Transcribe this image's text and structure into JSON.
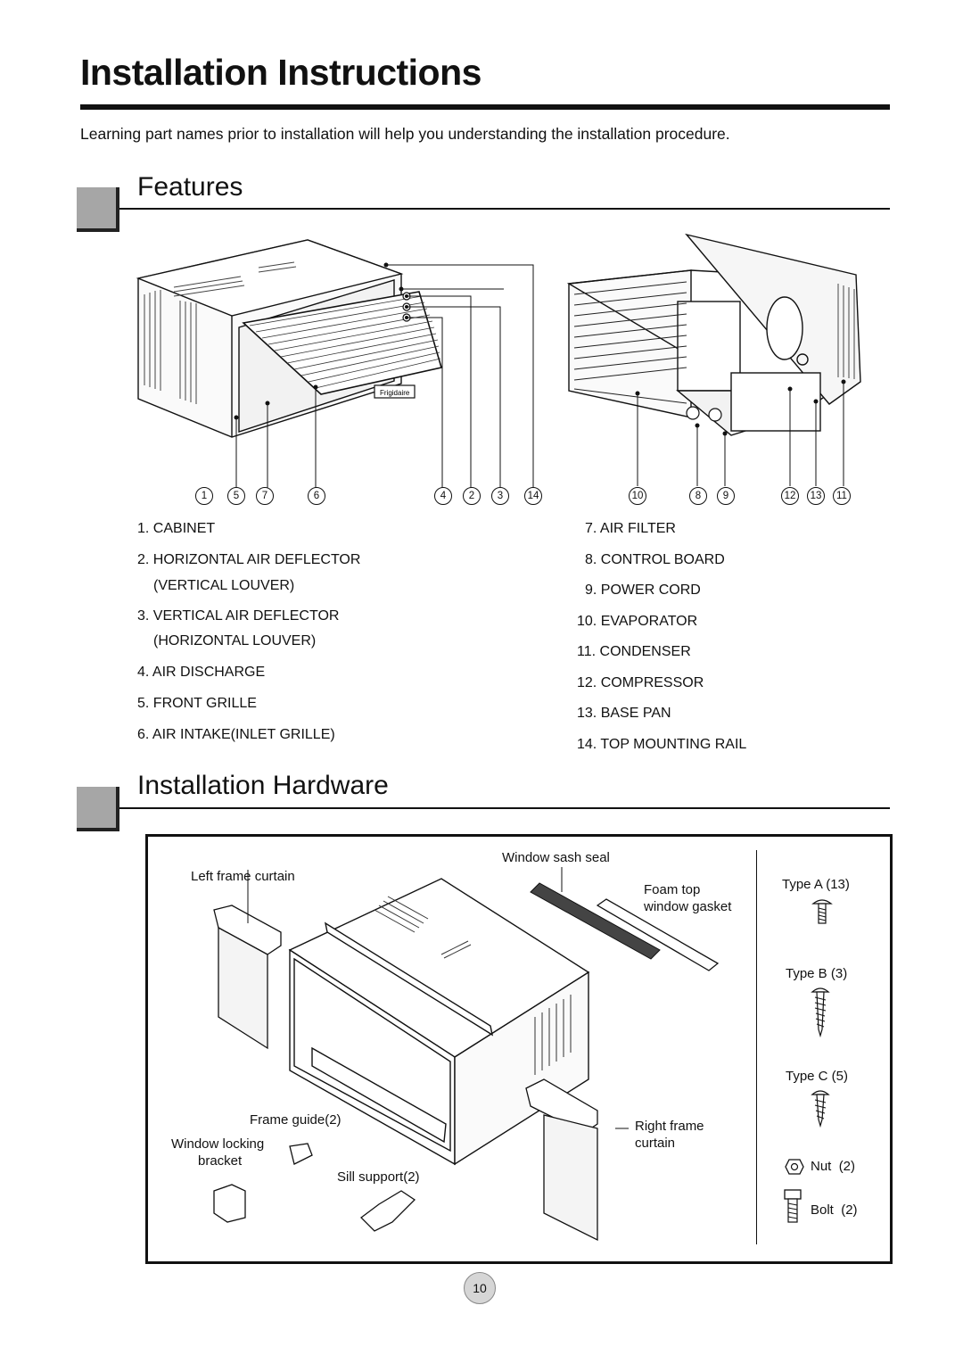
{
  "header": {
    "title": "Installation Instructions",
    "intro": "Learning part names prior to installation will help you understanding the installation procedure."
  },
  "features": {
    "title": "Features",
    "callouts_left": [
      "1",
      "5",
      "7",
      "6",
      "4",
      "2",
      "3",
      "14"
    ],
    "callouts_right": [
      "10",
      "8",
      "9",
      "12",
      "13",
      "11"
    ],
    "parts_left": [
      {
        "num": "1.",
        "text": "CABINET"
      },
      {
        "num": "2.",
        "text": "HORIZONTAL AIR DEFLECTOR",
        "sub": "(VERTICAL LOUVER)"
      },
      {
        "num": "3.",
        "text": "VERTICAL AIR DEFLECTOR",
        "sub": "(HORIZONTAL LOUVER)"
      },
      {
        "num": "4.",
        "text": "AIR DISCHARGE"
      },
      {
        "num": "5.",
        "text": "FRONT GRILLE"
      },
      {
        "num": "6.",
        "text": "AIR INTAKE(INLET GRILLE)"
      }
    ],
    "parts_right": [
      {
        "num": "7.",
        "text": "AIR FILTER"
      },
      {
        "num": "8.",
        "text": "CONTROL BOARD"
      },
      {
        "num": "9.",
        "text": "POWER CORD"
      },
      {
        "num": "10.",
        "text": "EVAPORATOR"
      },
      {
        "num": "11.",
        "text": "CONDENSER"
      },
      {
        "num": "12.",
        "text": "COMPRESSOR"
      },
      {
        "num": "13.",
        "text": "BASE PAN"
      },
      {
        "num": "14.",
        "text": "TOP MOUNTING RAIL"
      }
    ],
    "unit_badge": "Frigidaire"
  },
  "hardware": {
    "title": "Installation Hardware",
    "labels": {
      "window_sash_seal": "Window sash seal",
      "left_frame_curtain": "Left frame curtain",
      "foam_top": "Foam top",
      "window_gasket": "window gasket",
      "frame_guide": "Frame guide(2)",
      "window_locking": "Window locking",
      "bracket": "bracket",
      "sill_support": "Sill support(2)",
      "right_frame": "Right frame",
      "curtain": "curtain"
    },
    "screws": [
      {
        "label": "Type A (13)"
      },
      {
        "label": "Type B (3)"
      },
      {
        "label": "Type C (5)"
      }
    ],
    "nut": {
      "name": "Nut",
      "count": "(2)"
    },
    "bolt": {
      "name": "Bolt",
      "count": "(2)"
    }
  },
  "footer": {
    "page_number": "10"
  }
}
